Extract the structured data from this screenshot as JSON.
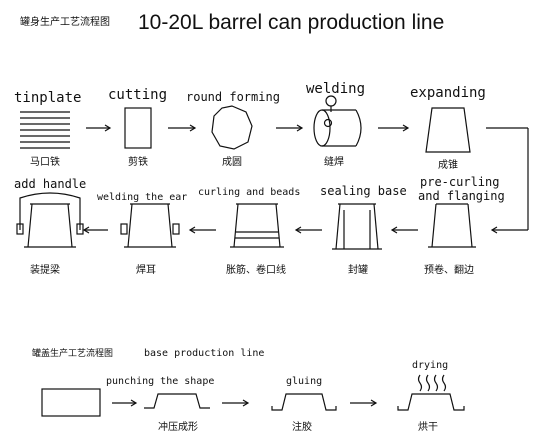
{
  "header": {
    "cn_title": "罐身生产工艺流程图",
    "title": "10-20L barrel can production line"
  },
  "row1": {
    "tinplate": {
      "en": "tinplate",
      "cn": "马口铁"
    },
    "cutting": {
      "en": "cutting",
      "cn": "剪铁"
    },
    "round_forming": {
      "en": "round forming",
      "cn": "成圆"
    },
    "welding": {
      "en": "welding",
      "cn": "缝焊"
    },
    "expanding": {
      "en": "expanding",
      "cn": "成锥"
    }
  },
  "row2": {
    "add_handle": {
      "en": "add handle",
      "cn": "装提梁"
    },
    "welding_ear": {
      "en": "welding the ear",
      "cn": "焊耳"
    },
    "curling_beads": {
      "en": "curling and beads",
      "cn": "胀筋、卷口线"
    },
    "sealing_base": {
      "en": "sealing base",
      "cn": "封罐"
    },
    "precurling": {
      "en_line1": "pre-curling",
      "en_line2": "and flanging",
      "cn": "预卷、翻边"
    }
  },
  "base": {
    "cn_title": "罐盖生产工艺流程图",
    "title": "base production line",
    "punching": {
      "en": "punching the shape",
      "cn": "冲压成形"
    },
    "gluing": {
      "en": "gluing",
      "cn": "注胶"
    },
    "drying": {
      "en": "drying",
      "cn": "烘干"
    }
  }
}
